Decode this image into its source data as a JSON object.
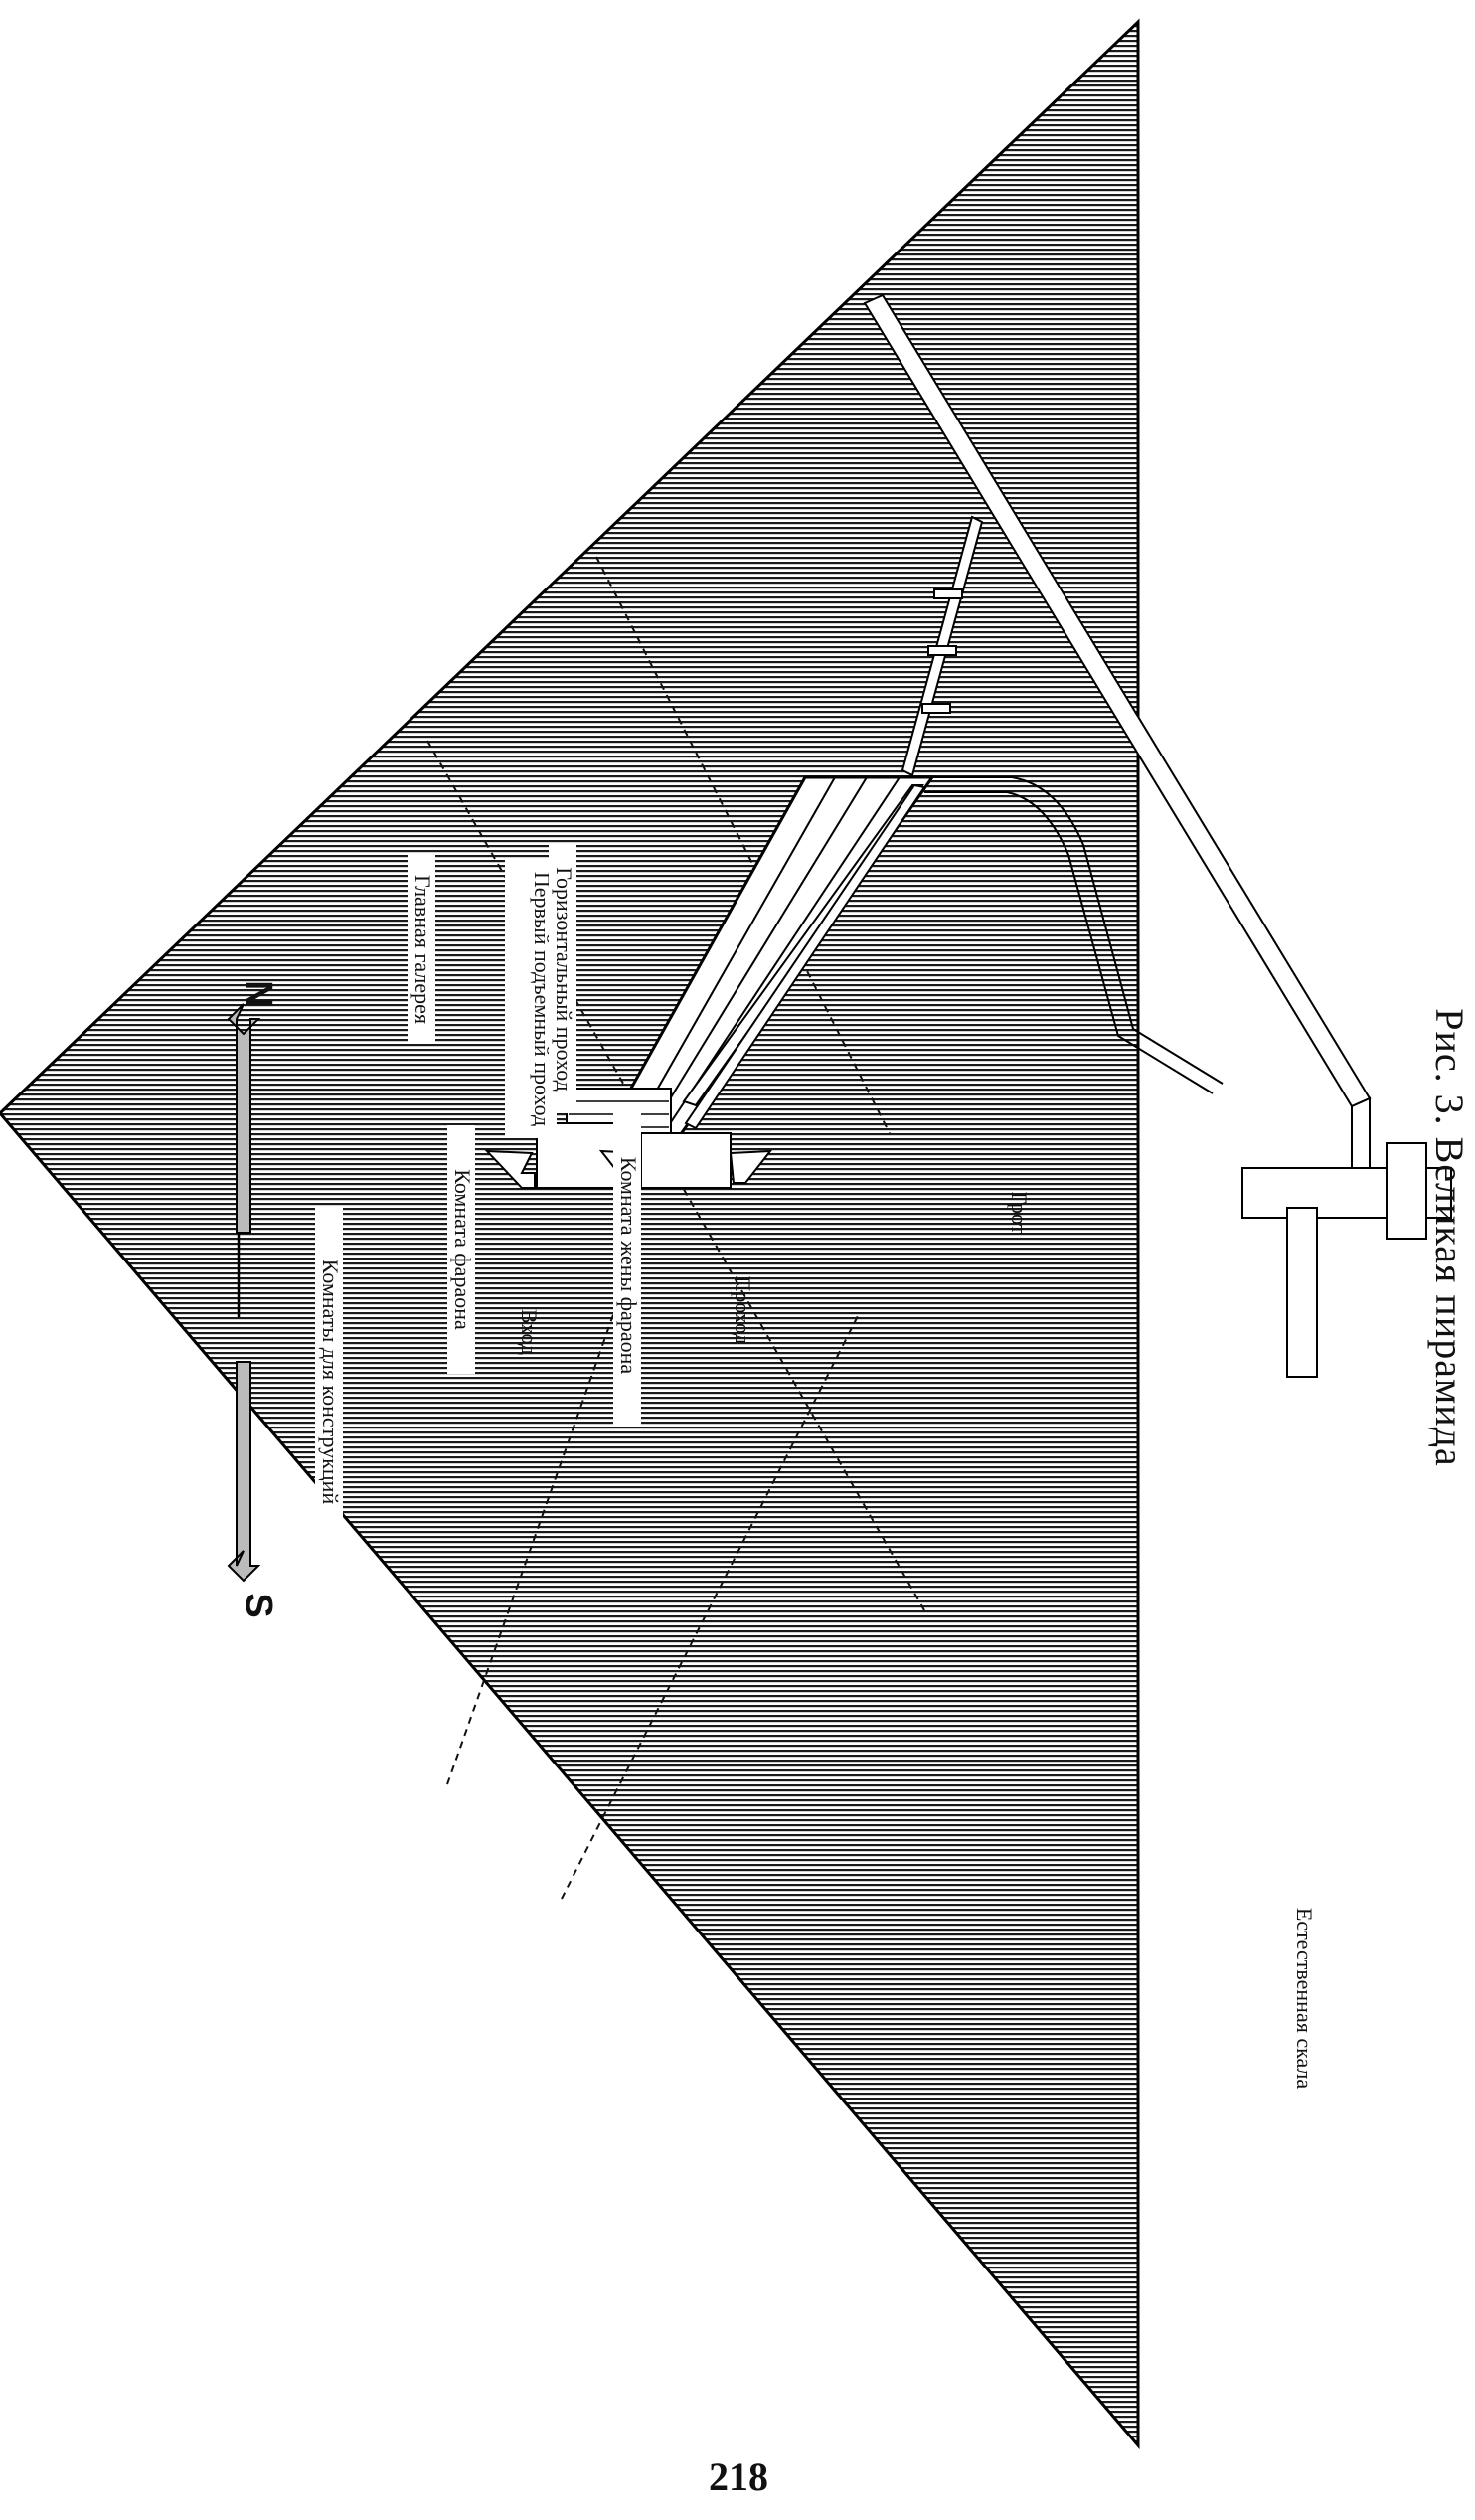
{
  "compass": {
    "south": "S",
    "north": "N"
  },
  "labels": {
    "entrance": "Вход",
    "first_ascending_passage": "Первый подъемный проход",
    "passage": "Проход",
    "grotto": "Грот",
    "grand_gallery": "Главная галерея",
    "horizontal_passage": "Горизонтальный проход",
    "construction_rooms": "Комнаты для конструкций",
    "kings_chamber": "Комната фараона",
    "queens_chamber": "Комната жены фараона",
    "bedrock": "Естественная скала"
  },
  "caption": "Рис. 3. Великая пирамида",
  "page_number": "218"
}
